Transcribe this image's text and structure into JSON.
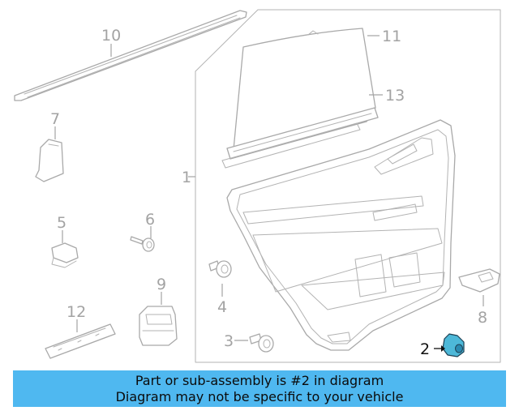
{
  "diagram": {
    "callouts": {
      "c1": "1",
      "c2": "2",
      "c3": "3",
      "c4": "4",
      "c5": "5",
      "c6": "6",
      "c7": "7",
      "c8": "8",
      "c9": "9",
      "c10": "10",
      "c11": "11",
      "c12": "12",
      "c13": "13"
    },
    "highlight_color": "#4db8d8"
  },
  "banner": {
    "line1": "Part or sub-assembly is #2 in diagram",
    "line2": "Diagram may not be specific to your vehicle",
    "background": "#4fb8f0"
  }
}
